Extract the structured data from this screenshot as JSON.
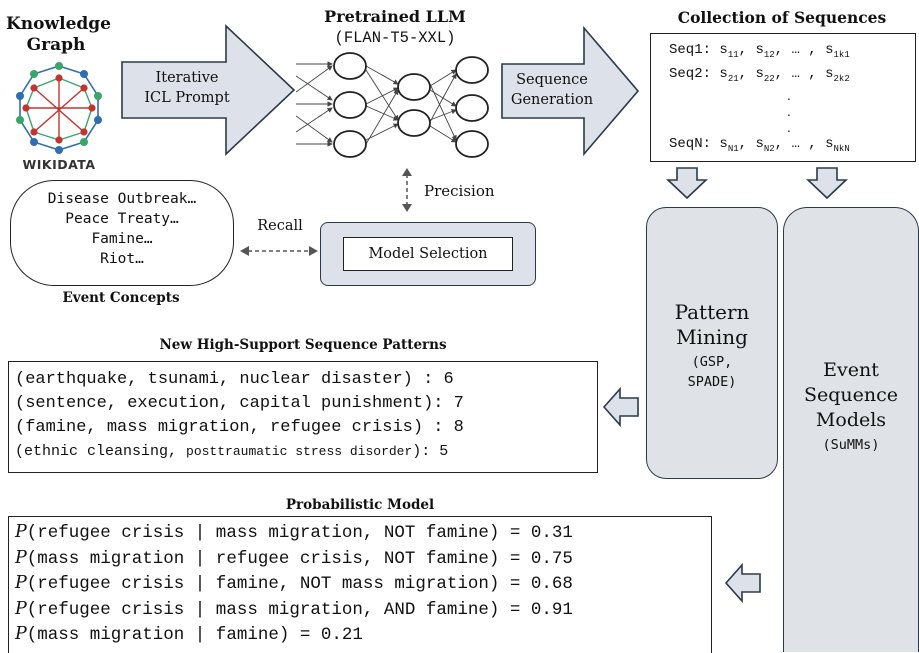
{
  "kg": {
    "title_line1": "Knowledge",
    "title_line2": "Graph",
    "logo_text": "WIKIDATA"
  },
  "icl_prompt": {
    "line1": "Iterative",
    "line2": "ICL Prompt"
  },
  "llm": {
    "title": "Pretrained LLM",
    "subtitle": "(FLAN-T5-XXL)"
  },
  "sequence_generation": {
    "line1": "Sequence",
    "line2": "Generation"
  },
  "collection": {
    "title": "Collection of Sequences",
    "rows": [
      {
        "label": "Seq1:",
        "s1": "s",
        "s1sub": "11",
        "s2": "s",
        "s2sub": "12",
        "dots": "… ,",
        "s3": "s",
        "s3sub": "1k1"
      },
      {
        "label": "Seq2:",
        "s1": "s",
        "s1sub": "21",
        "s2": "s",
        "s2sub": "22",
        "dots": "… ,",
        "s3": "s",
        "s3sub": "2k2"
      },
      {
        "label": "SeqN:",
        "s1": "s",
        "s1sub": "N1",
        "s2": "s",
        "s2sub": "N2",
        "dots": "… ,",
        "s3": "s",
        "s3sub": "NkN"
      }
    ],
    "vdots": "."
  },
  "precision_label": "Precision",
  "recall_label": "Recall",
  "model_selection": "Model Selection",
  "event_concepts": {
    "items": [
      "Disease Outbreak…",
      "Peace Treaty…",
      "Famine…",
      "Riot…"
    ],
    "caption": "Event Concepts"
  },
  "pattern_mining": {
    "line1": "Pattern",
    "line2": "Mining",
    "line3": "(GSP,",
    "line4": "SPADE)"
  },
  "event_models": {
    "line1": "Event",
    "line2": "Sequence",
    "line3": "Models",
    "line4": "(SuMMs)"
  },
  "patterns": {
    "title": "New High-Support Sequence Patterns",
    "lines": [
      {
        "text": "(earthquake, tsunami, nuclear disaster)  : 6"
      },
      {
        "text": "(sentence, execution, capital punishment): 7"
      },
      {
        "text": "(famine, mass migration, refugee crisis) : 8"
      },
      {
        "part1": "(ethnic cleansing, ",
        "part2": "posttraumatic stress disorder",
        "part3": "): 5"
      }
    ]
  },
  "prob_model": {
    "title": "Probabilistic Model",
    "p": "P",
    "lines": [
      "(refugee crisis | mass migration, NOT famine) = 0.31",
      "(mass migration | refugee crisis, NOT famine) = 0.75",
      "(refugee crisis | famine, NOT mass migration) = 0.68",
      "(refugee crisis | mass migration, AND famine) = 0.91",
      "(mass migration | famine) = 0.21"
    ]
  },
  "colors": {
    "arrow_fill": "#dde2ea",
    "arrow_stroke": "#2b3a4a",
    "node_green": "#3aa66a",
    "node_blue": "#2e6fb0",
    "node_red": "#c4332f"
  }
}
